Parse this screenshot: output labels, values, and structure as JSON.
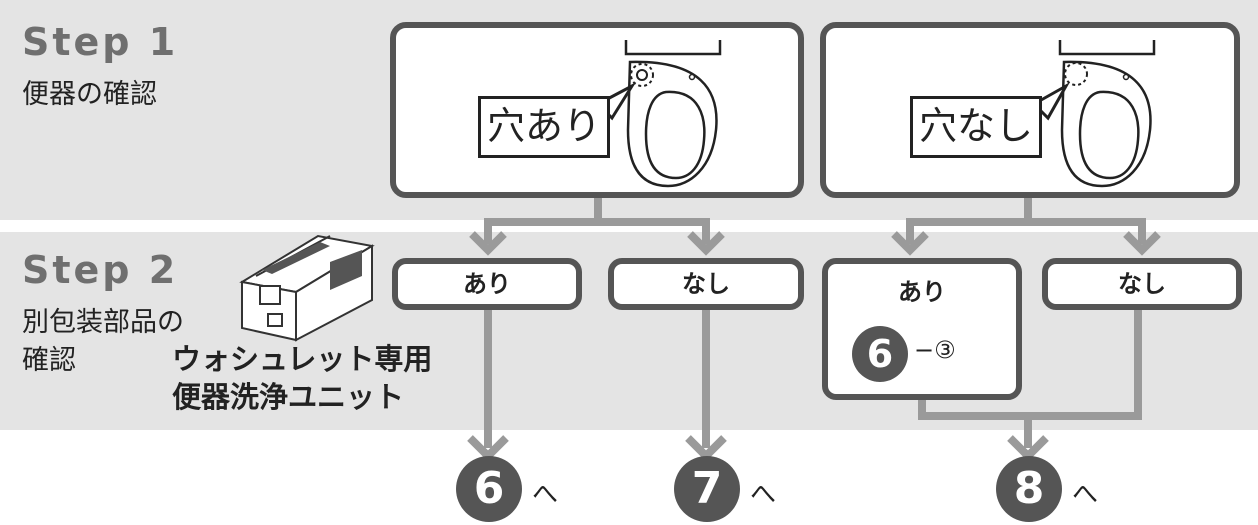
{
  "step1": {
    "title": "Step 1",
    "subtitle": "便器の確認"
  },
  "step2": {
    "title": "Step 2",
    "subtitle_line1": "別包装部品の",
    "subtitle_line2": "確認",
    "product_line1": "ウォシュレット専用",
    "product_line2": "便器洗浄ユニット"
  },
  "hole_panels": [
    {
      "label": "穴あり"
    },
    {
      "label": "穴なし"
    }
  ],
  "options": [
    {
      "label": "あり"
    },
    {
      "label": "なし"
    },
    {
      "label": "あり",
      "ref_number": "6",
      "ref_suffix": "−③"
    },
    {
      "label": "なし"
    }
  ],
  "destinations": [
    {
      "number": "6",
      "suffix": "へ"
    },
    {
      "number": "7",
      "suffix": "へ"
    },
    {
      "number": "8",
      "suffix": "へ"
    }
  ],
  "colors": {
    "band": "#e4e4e4",
    "frame": "#555555",
    "connector": "#9a9a9a",
    "circle": "#555555"
  }
}
